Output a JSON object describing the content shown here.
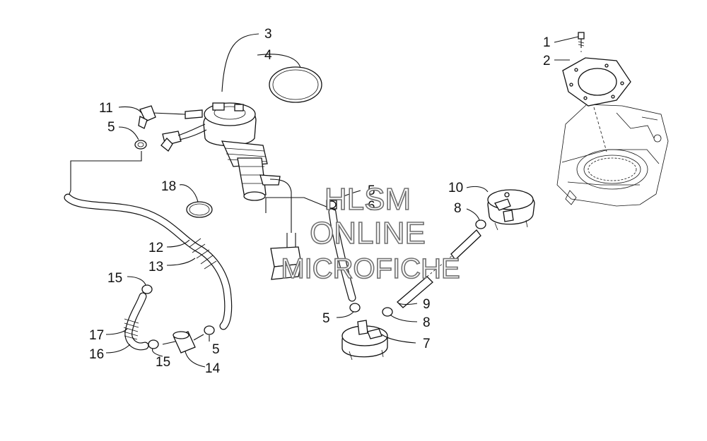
{
  "watermark": {
    "line1": "HLSM",
    "line2": "ONLINE",
    "line3": "MICROFICHE",
    "color": "#707070"
  },
  "callouts": [
    {
      "id": "c1",
      "text": "1"
    },
    {
      "id": "c2",
      "text": "2"
    },
    {
      "id": "c3",
      "text": "3"
    },
    {
      "id": "c4",
      "text": "4"
    },
    {
      "id": "c5a",
      "text": "5"
    },
    {
      "id": "c5b",
      "text": "5"
    },
    {
      "id": "c5c",
      "text": "5"
    },
    {
      "id": "c5d",
      "text": "5"
    },
    {
      "id": "c6",
      "text": "6"
    },
    {
      "id": "c7",
      "text": "7"
    },
    {
      "id": "c8a",
      "text": "8"
    },
    {
      "id": "c8b",
      "text": "8"
    },
    {
      "id": "c9",
      "text": "9"
    },
    {
      "id": "c10",
      "text": "10"
    },
    {
      "id": "c11",
      "text": "11"
    },
    {
      "id": "c12",
      "text": "12"
    },
    {
      "id": "c13",
      "text": "13"
    },
    {
      "id": "c14",
      "text": "14"
    },
    {
      "id": "c15a",
      "text": "15"
    },
    {
      "id": "c15b",
      "text": "15"
    },
    {
      "id": "c16",
      "text": "16"
    },
    {
      "id": "c17",
      "text": "17"
    },
    {
      "id": "c18",
      "text": "18"
    }
  ]
}
